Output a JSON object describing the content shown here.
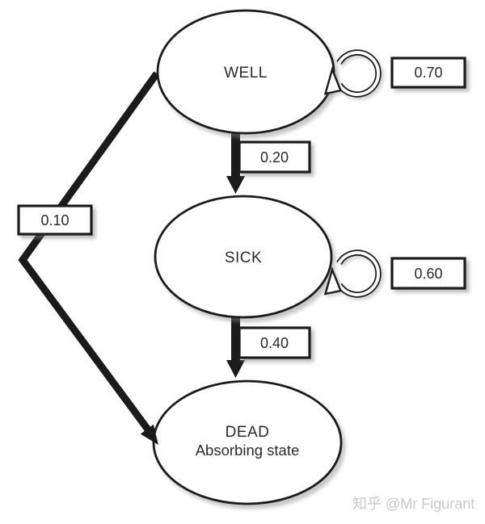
{
  "diagram": {
    "type": "markov-state-transition",
    "states": {
      "well": {
        "label": "WELL"
      },
      "sick": {
        "label": "SICK"
      },
      "dead": {
        "label": "DEAD",
        "sublabel": "Absorbing state"
      }
    },
    "probabilities": {
      "well_to_well": "0.70",
      "well_to_sick": "0.20",
      "well_to_dead": "0.10",
      "sick_to_sick": "0.60",
      "sick_to_dead": "0.40"
    },
    "transitions": [
      {
        "from": "WELL",
        "to": "WELL",
        "prob": 0.7
      },
      {
        "from": "WELL",
        "to": "SICK",
        "prob": 0.2
      },
      {
        "from": "WELL",
        "to": "DEAD",
        "prob": 0.1
      },
      {
        "from": "SICK",
        "to": "SICK",
        "prob": 0.6
      },
      {
        "from": "SICK",
        "to": "DEAD",
        "prob": 0.4
      }
    ],
    "colors": {
      "ink": "#1b1b1b",
      "fill": "#ffffff",
      "watermark": "#c9c9c9"
    }
  },
  "watermark": {
    "text": "知乎 @Mr Figurant"
  }
}
